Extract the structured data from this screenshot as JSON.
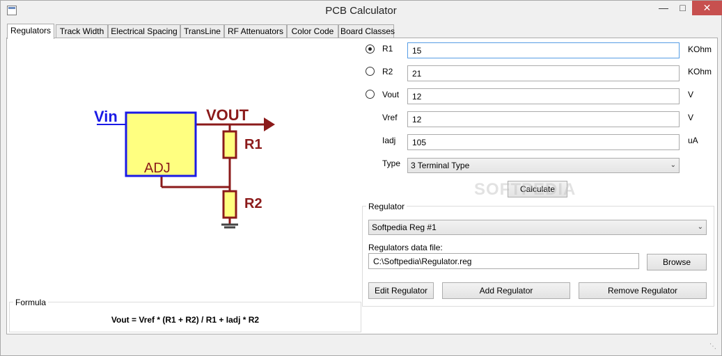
{
  "window": {
    "title": "PCB Calculator"
  },
  "tabs": [
    {
      "label": "Regulators",
      "active": true
    },
    {
      "label": "Track Width"
    },
    {
      "label": "Electrical Spacing"
    },
    {
      "label": "TransLine"
    },
    {
      "label": "RF Attenuators"
    },
    {
      "label": "Color Code"
    },
    {
      "label": "Board Classes"
    }
  ],
  "diagram": {
    "vin": "Vin",
    "vout": "VOUT",
    "adj": "ADJ",
    "r1": "R1",
    "r2": "R2",
    "colors": {
      "wire": "#8b1a1a",
      "box_fill": "#ffff80",
      "box_border": "#1a1ae6",
      "vin_text": "#1a1ae6"
    }
  },
  "formula": {
    "label": "Formula",
    "text": "Vout = Vref * (R1 + R2) / R1 + Iadj * R2"
  },
  "params": {
    "r1": {
      "label": "R1",
      "value": "15",
      "unit": "KOhm",
      "selected": true
    },
    "r2": {
      "label": "R2",
      "value": "21",
      "unit": "KOhm",
      "selected": false
    },
    "vout": {
      "label": "Vout",
      "value": "12",
      "unit": "V",
      "selected": false
    },
    "vref": {
      "label": "Vref",
      "value": "12",
      "unit": "V"
    },
    "iadj": {
      "label": "Iadj",
      "value": "105",
      "unit": "uA"
    },
    "type": {
      "label": "Type",
      "value": "3 Terminal Type"
    }
  },
  "calculate_label": "Calculate",
  "regulator_group": {
    "label": "Regulator",
    "selected": "Softpedia Reg #1",
    "data_file_label": "Regulators data file:",
    "data_file_value": "C:\\Softpedia\\Regulator.reg",
    "browse_label": "Browse",
    "edit_label": "Edit Regulator",
    "add_label": "Add Regulator",
    "remove_label": "Remove Regulator"
  },
  "watermark": "SOFTPEDIA"
}
